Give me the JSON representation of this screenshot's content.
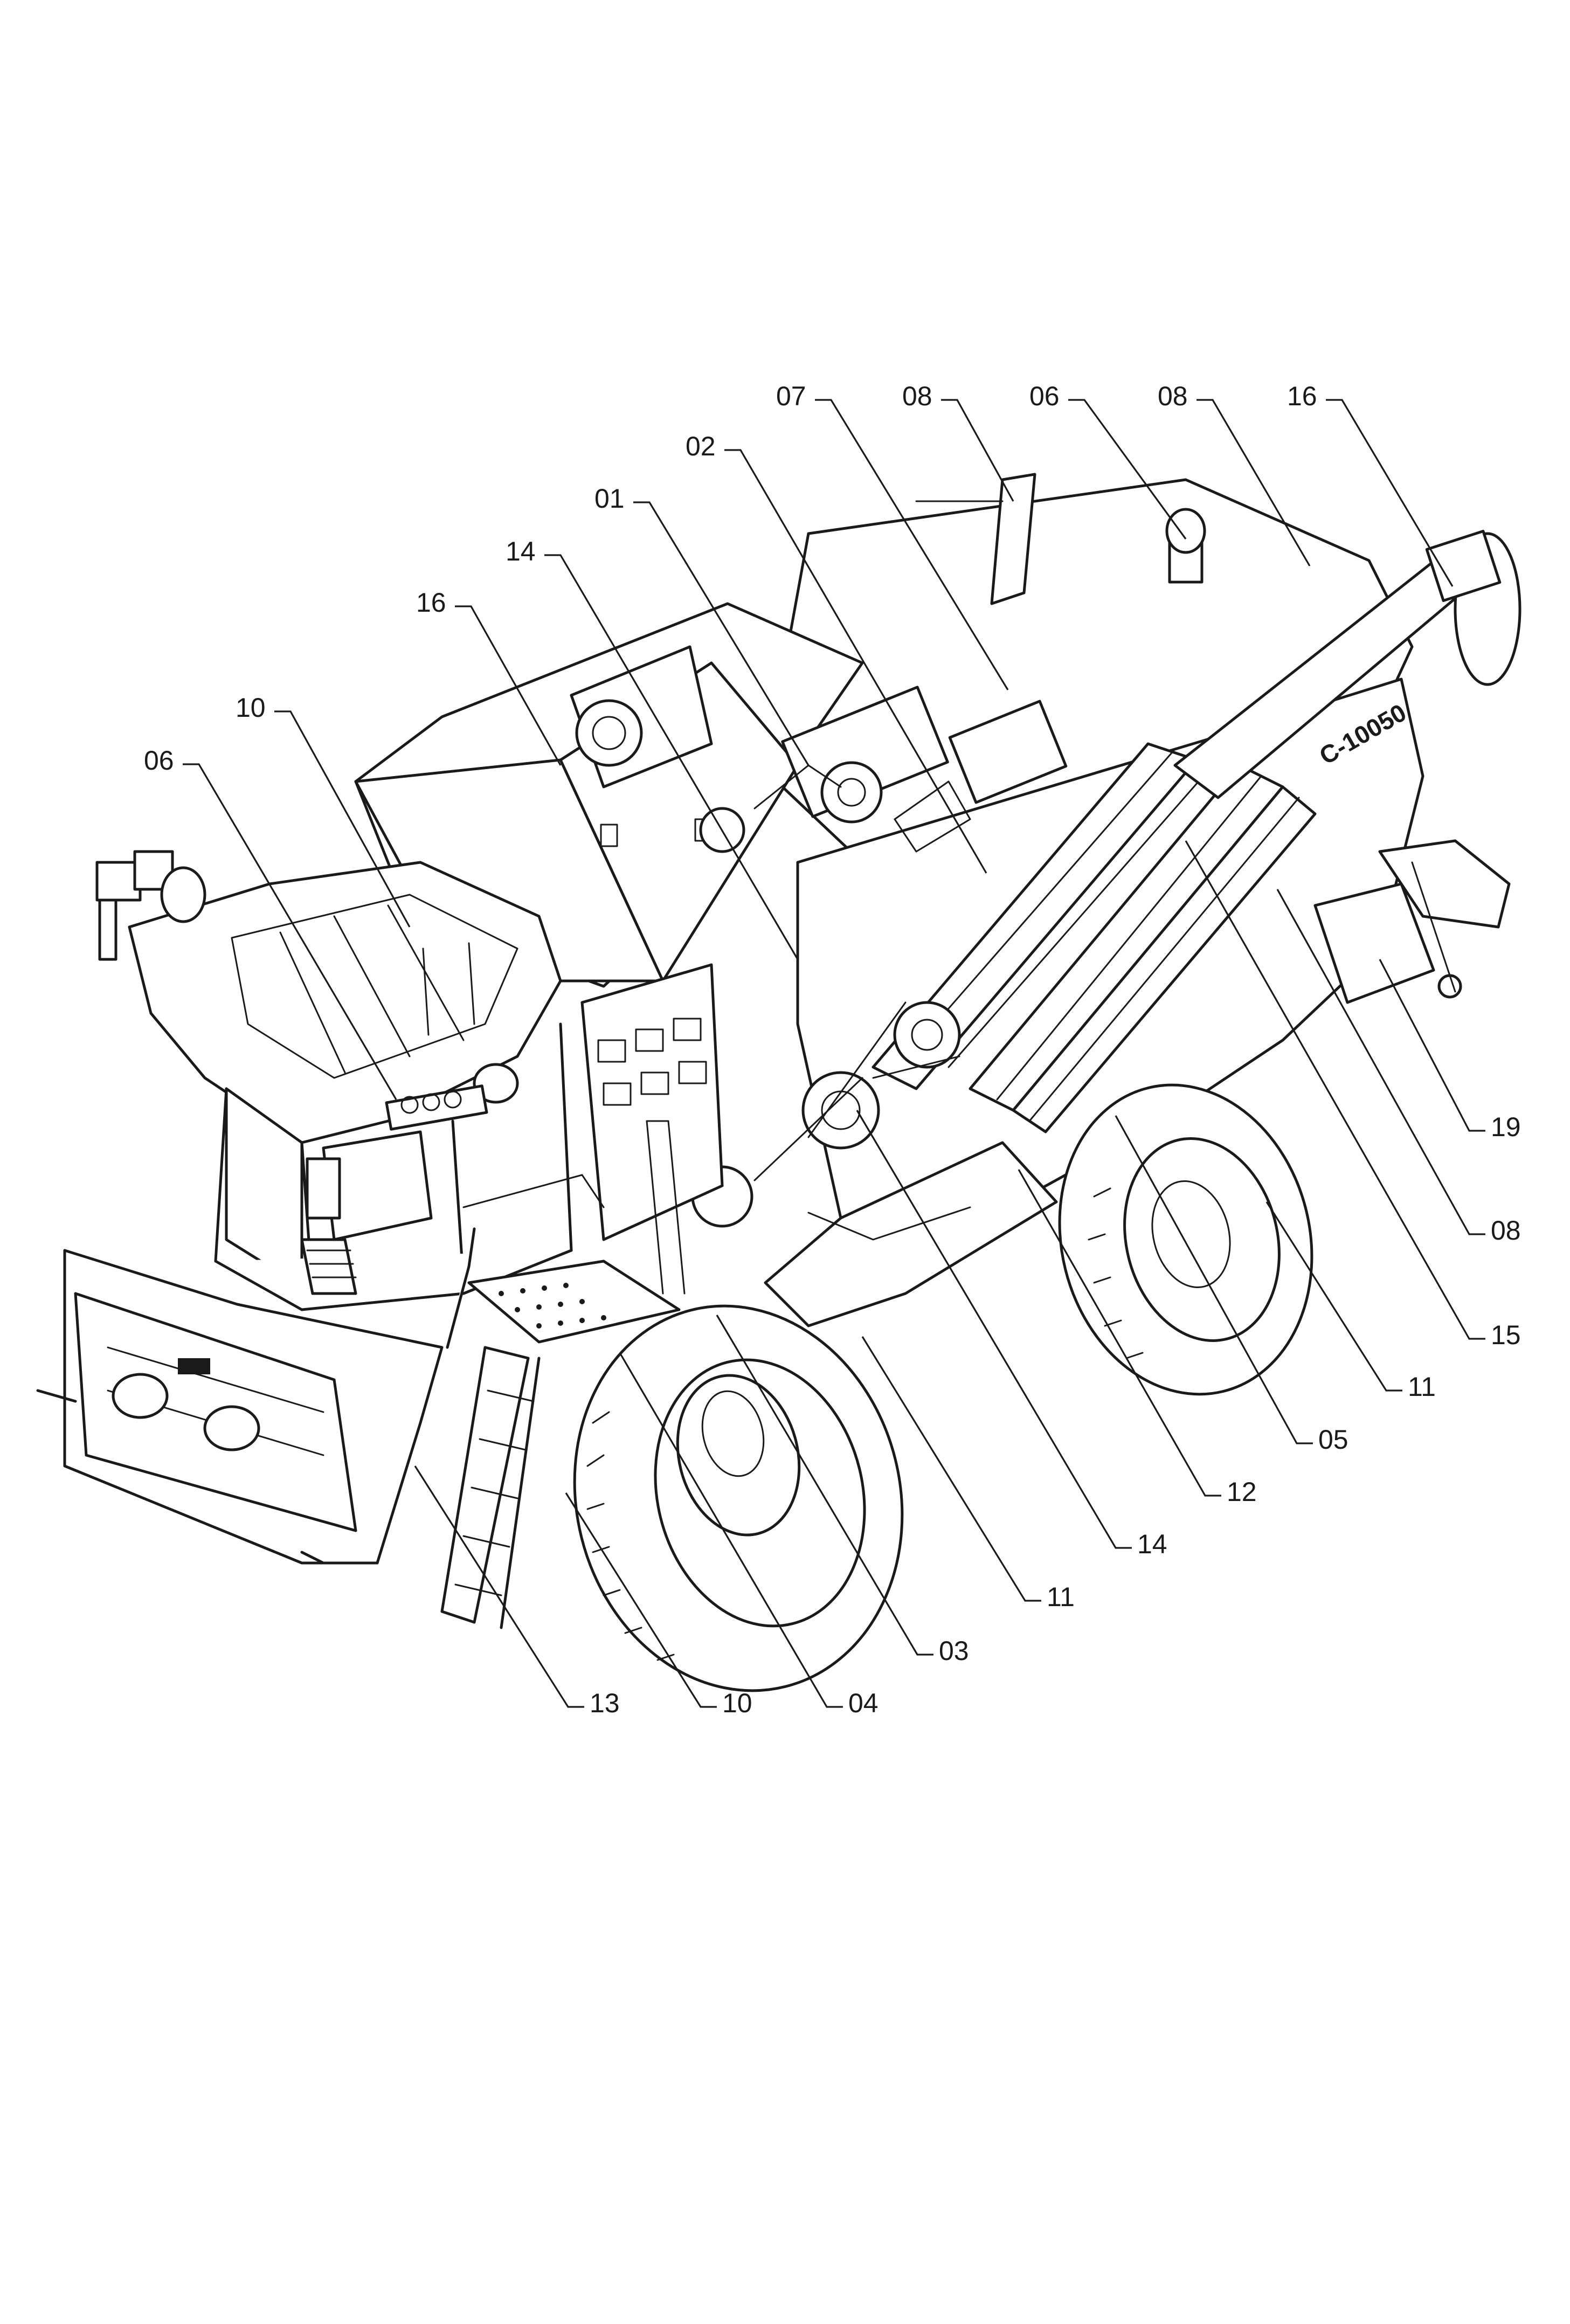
{
  "colors": {
    "line": "#1a1a1a",
    "background": "#ffffff"
  },
  "callouts": [
    {
      "id": "c-07-top",
      "label": "07"
    },
    {
      "id": "c-08-top-a",
      "label": "08"
    },
    {
      "id": "c-06-top",
      "label": "06"
    },
    {
      "id": "c-08-top-b",
      "label": "08"
    },
    {
      "id": "c-16-top",
      "label": "16"
    },
    {
      "id": "c-02",
      "label": "02"
    },
    {
      "id": "c-01",
      "label": "01"
    },
    {
      "id": "c-14-top",
      "label": "14"
    },
    {
      "id": "c-16-left",
      "label": "16"
    },
    {
      "id": "c-10-left",
      "label": "10"
    },
    {
      "id": "c-06-left",
      "label": "06"
    },
    {
      "id": "c-19",
      "label": "19"
    },
    {
      "id": "c-08-right",
      "label": "08"
    },
    {
      "id": "c-15",
      "label": "15"
    },
    {
      "id": "c-11-right",
      "label": "11"
    },
    {
      "id": "c-05",
      "label": "05"
    },
    {
      "id": "c-12",
      "label": "12"
    },
    {
      "id": "c-14-bottom",
      "label": "14"
    },
    {
      "id": "c-11-bottom",
      "label": "11"
    },
    {
      "id": "c-03",
      "label": "03"
    },
    {
      "id": "c-04",
      "label": "04"
    },
    {
      "id": "c-10-bottom",
      "label": "10"
    },
    {
      "id": "c-13",
      "label": "13"
    }
  ],
  "decal_text": "C-10050"
}
